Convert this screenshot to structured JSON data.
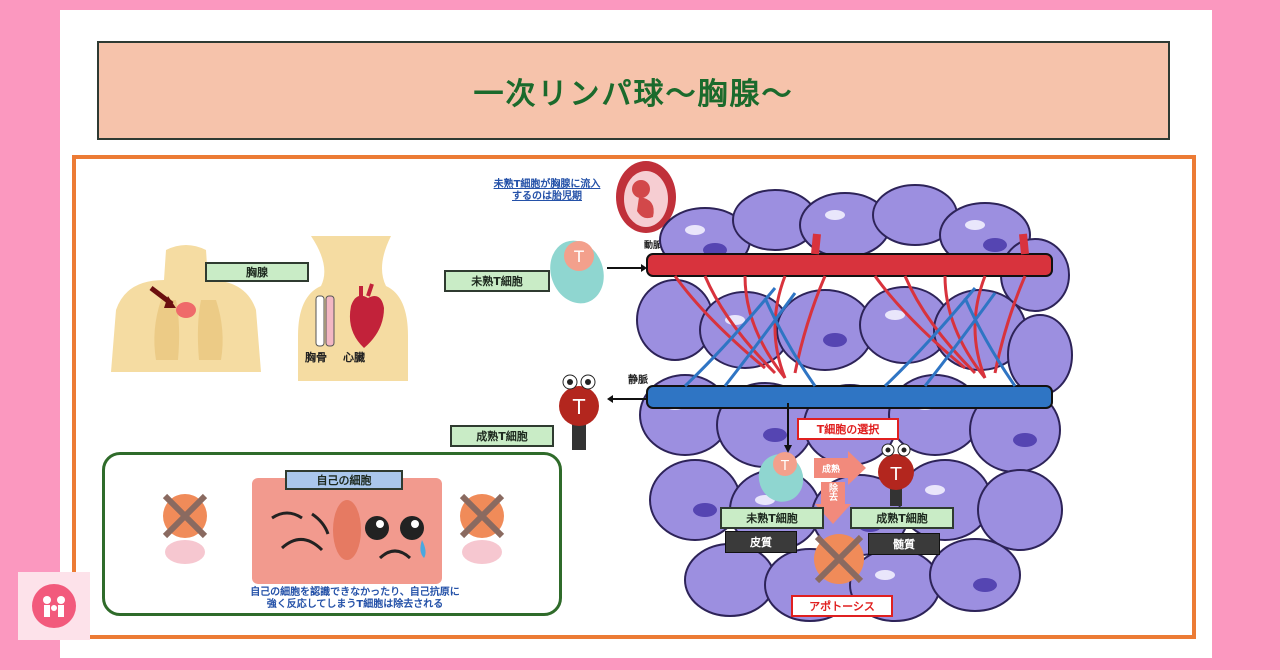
{
  "title": "一次リンパ球〜胸腺〜",
  "labels": {
    "thymus": "胸腺",
    "sternum": "胸骨",
    "heart": "心臓",
    "fetal_note_line1": "未熟T細胞が胸腺に流入",
    "fetal_note_line2": "するのは胎児期",
    "artery": "動脈",
    "vein": "静脈",
    "immature_t_cell": "未熟T細胞",
    "mature_t_cell": "成熟T細胞",
    "t_cell_selection": "T細胞の選択",
    "maturation": "成熟",
    "elimination": "除去",
    "cortex_t_cell": "未熟T細胞",
    "medulla_t_cell": "成熟T細胞",
    "cortex": "皮質",
    "medulla": "髄質",
    "apoptosis": "アポトーシス",
    "self_cells": "自己の細胞",
    "self_note_line1": "自己の細胞を認識できなかったり、自己抗原に",
    "self_note_line2": "強く反応してしまうT細胞は除去される",
    "t_letter": "T"
  },
  "colors": {
    "background": "#fb98bf",
    "title_fill": "#f6c3ab",
    "title_text": "#1b6a2c",
    "frame": "#ec7b35",
    "label_green": "#c9ecc6",
    "artery": "#d8333d",
    "vein": "#2f75c4",
    "thymus_cells": "#9c8fe0",
    "alert_red": "#e02020"
  }
}
